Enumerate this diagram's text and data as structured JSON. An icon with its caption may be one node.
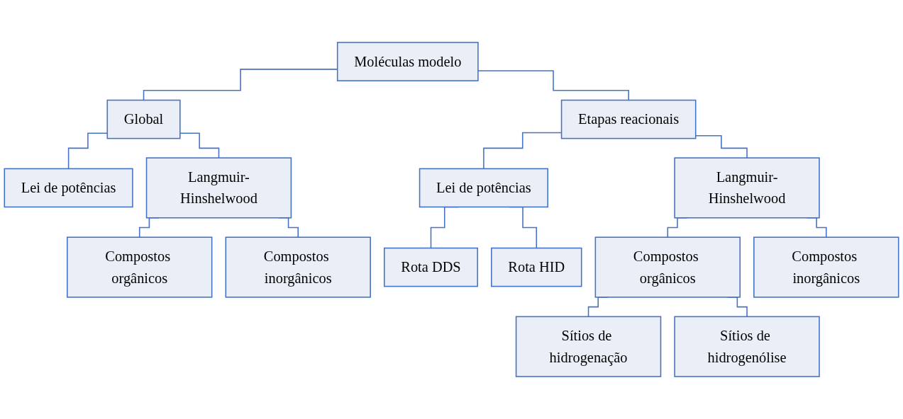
{
  "diagram": {
    "nodes": [
      {
        "text": [
          "Moléculas modelo"
        ]
      },
      {
        "text": [
          "Global"
        ]
      },
      {
        "text": [
          "Etapas reacionais"
        ]
      },
      {
        "text": [
          "Lei de potências"
        ]
      },
      {
        "text": [
          "Langmuir-Hinshelwood"
        ]
      },
      {
        "text": [
          "Compostos orgânicos"
        ]
      },
      {
        "text": [
          "Compostos inorgânicos"
        ]
      },
      {
        "text": [
          "Lei de potências"
        ]
      },
      {
        "text": [
          "Langmuir-Hinshelwood"
        ]
      },
      {
        "text": [
          "Rota DDS"
        ]
      },
      {
        "text": [
          "Rota HID"
        ]
      },
      {
        "text": [
          "Compostos orgânicos"
        ]
      },
      {
        "text": [
          "Compostos inorgânicos"
        ]
      },
      {
        "text": [
          "Sítios de hidrogenação"
        ]
      },
      {
        "text": [
          "Sítios de hidrogenólise"
        ]
      }
    ],
    "edges": [
      {
        "from": 0,
        "to": 1,
        "arrow": "none"
      },
      {
        "from": 0,
        "to": 2,
        "arrow": "none"
      },
      {
        "from": 1,
        "to": 3,
        "arrow": "none"
      },
      {
        "from": 1,
        "to": 4,
        "arrow": "none"
      },
      {
        "from": 4,
        "to": 5,
        "arrow": "none"
      },
      {
        "from": 4,
        "to": 6,
        "arrow": "none"
      },
      {
        "from": 2,
        "to": 7,
        "arrow": "none"
      },
      {
        "from": 2,
        "to": 8,
        "arrow": "none"
      },
      {
        "from": 7,
        "to": 9,
        "arrow": "none"
      },
      {
        "from": 7,
        "to": 10,
        "arrow": "none"
      },
      {
        "from": 8,
        "to": 11,
        "arrow": "none"
      },
      {
        "from": 8,
        "to": 12,
        "arrow": "none"
      },
      {
        "from": 11,
        "to": 13,
        "arrow": "none"
      },
      {
        "from": 11,
        "to": 14,
        "arrow": "none"
      }
    ]
  }
}
